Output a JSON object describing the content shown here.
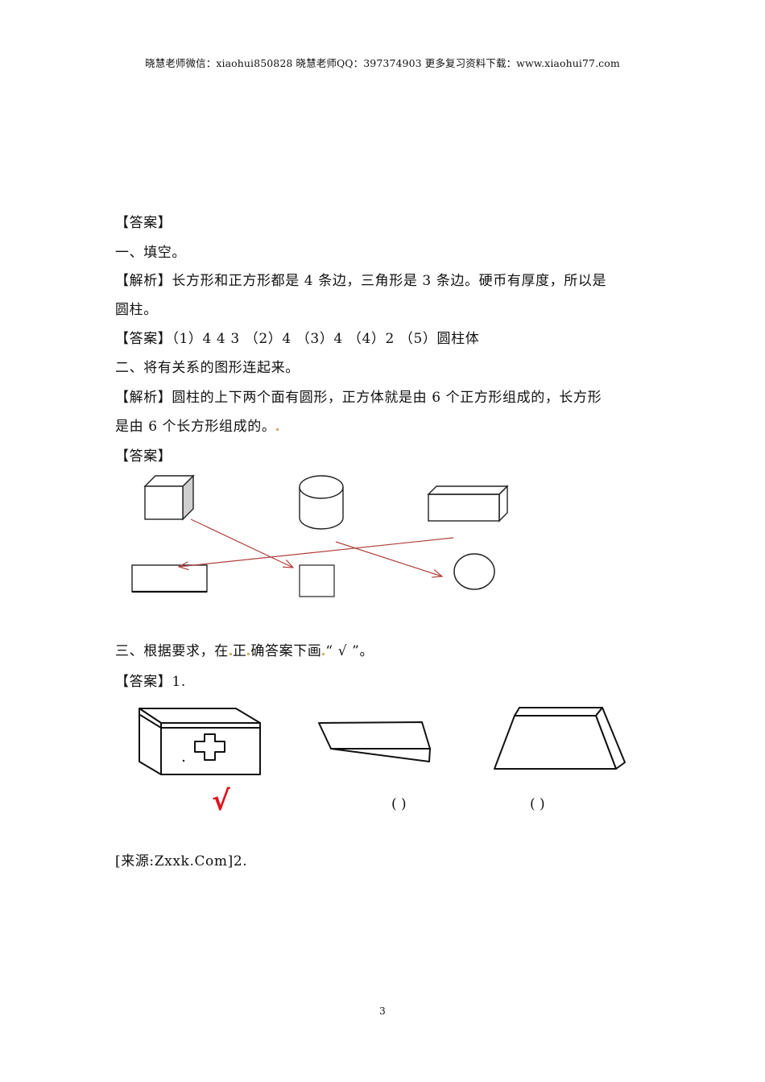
{
  "header": {
    "text": "晓慧老师微信：xiaohui850828 晓慧老师QQ：397374903 更多复习资料下载：www.xiaohui77.com"
  },
  "lines": {
    "answer_heading_1": "【答案】",
    "section1_title": "一、填空。",
    "section1_analysis_a": "【解析】长方形和正方形都是 4 条边，三角形是 3 条边。硬币有厚度，所以是",
    "section1_analysis_b": "圆柱。",
    "section1_answer": "【答案】（1）4 4 3 （2）4 （3）4 （4）2 （5）圆柱体",
    "section2_title": "二、将有关系的图形连起来。",
    "section2_analysis_a": "【解析】圆柱的上下两个面有圆形，正方体就是由 6 个正方形组成的，长方形",
    "section2_analysis_b": "是由 6 个长方形组成的。",
    "answer_heading_2": "【答案】",
    "section3_title_a": "三、根据要求，在",
    "section3_title_b": "正",
    "section3_title_c": "确答案下画",
    "section3_title_d": "“ √ ”。",
    "section3_answer_1": "【答案】1.",
    "source_line": "[来源:Zxxk.Com]2."
  },
  "matching_diagram": {
    "top_row": [
      "cube",
      "cylinder",
      "cuboid"
    ],
    "bottom_row": [
      "rectangle",
      "square",
      "circle"
    ],
    "connections": [
      {
        "from": "cube",
        "to": "square"
      },
      {
        "from": "cuboid",
        "to": "rectangle"
      },
      {
        "from": "cylinder",
        "to": "circle"
      }
    ],
    "line_color": "#b0403c"
  },
  "choice_question_1": {
    "options": [
      "medicine-box",
      "wedge",
      "trapezoid-prism"
    ],
    "marks": {
      "selected": "√",
      "option_2": "(   )",
      "option_3": "(   )"
    },
    "check_color": "#e0141e"
  },
  "page_number": "3"
}
